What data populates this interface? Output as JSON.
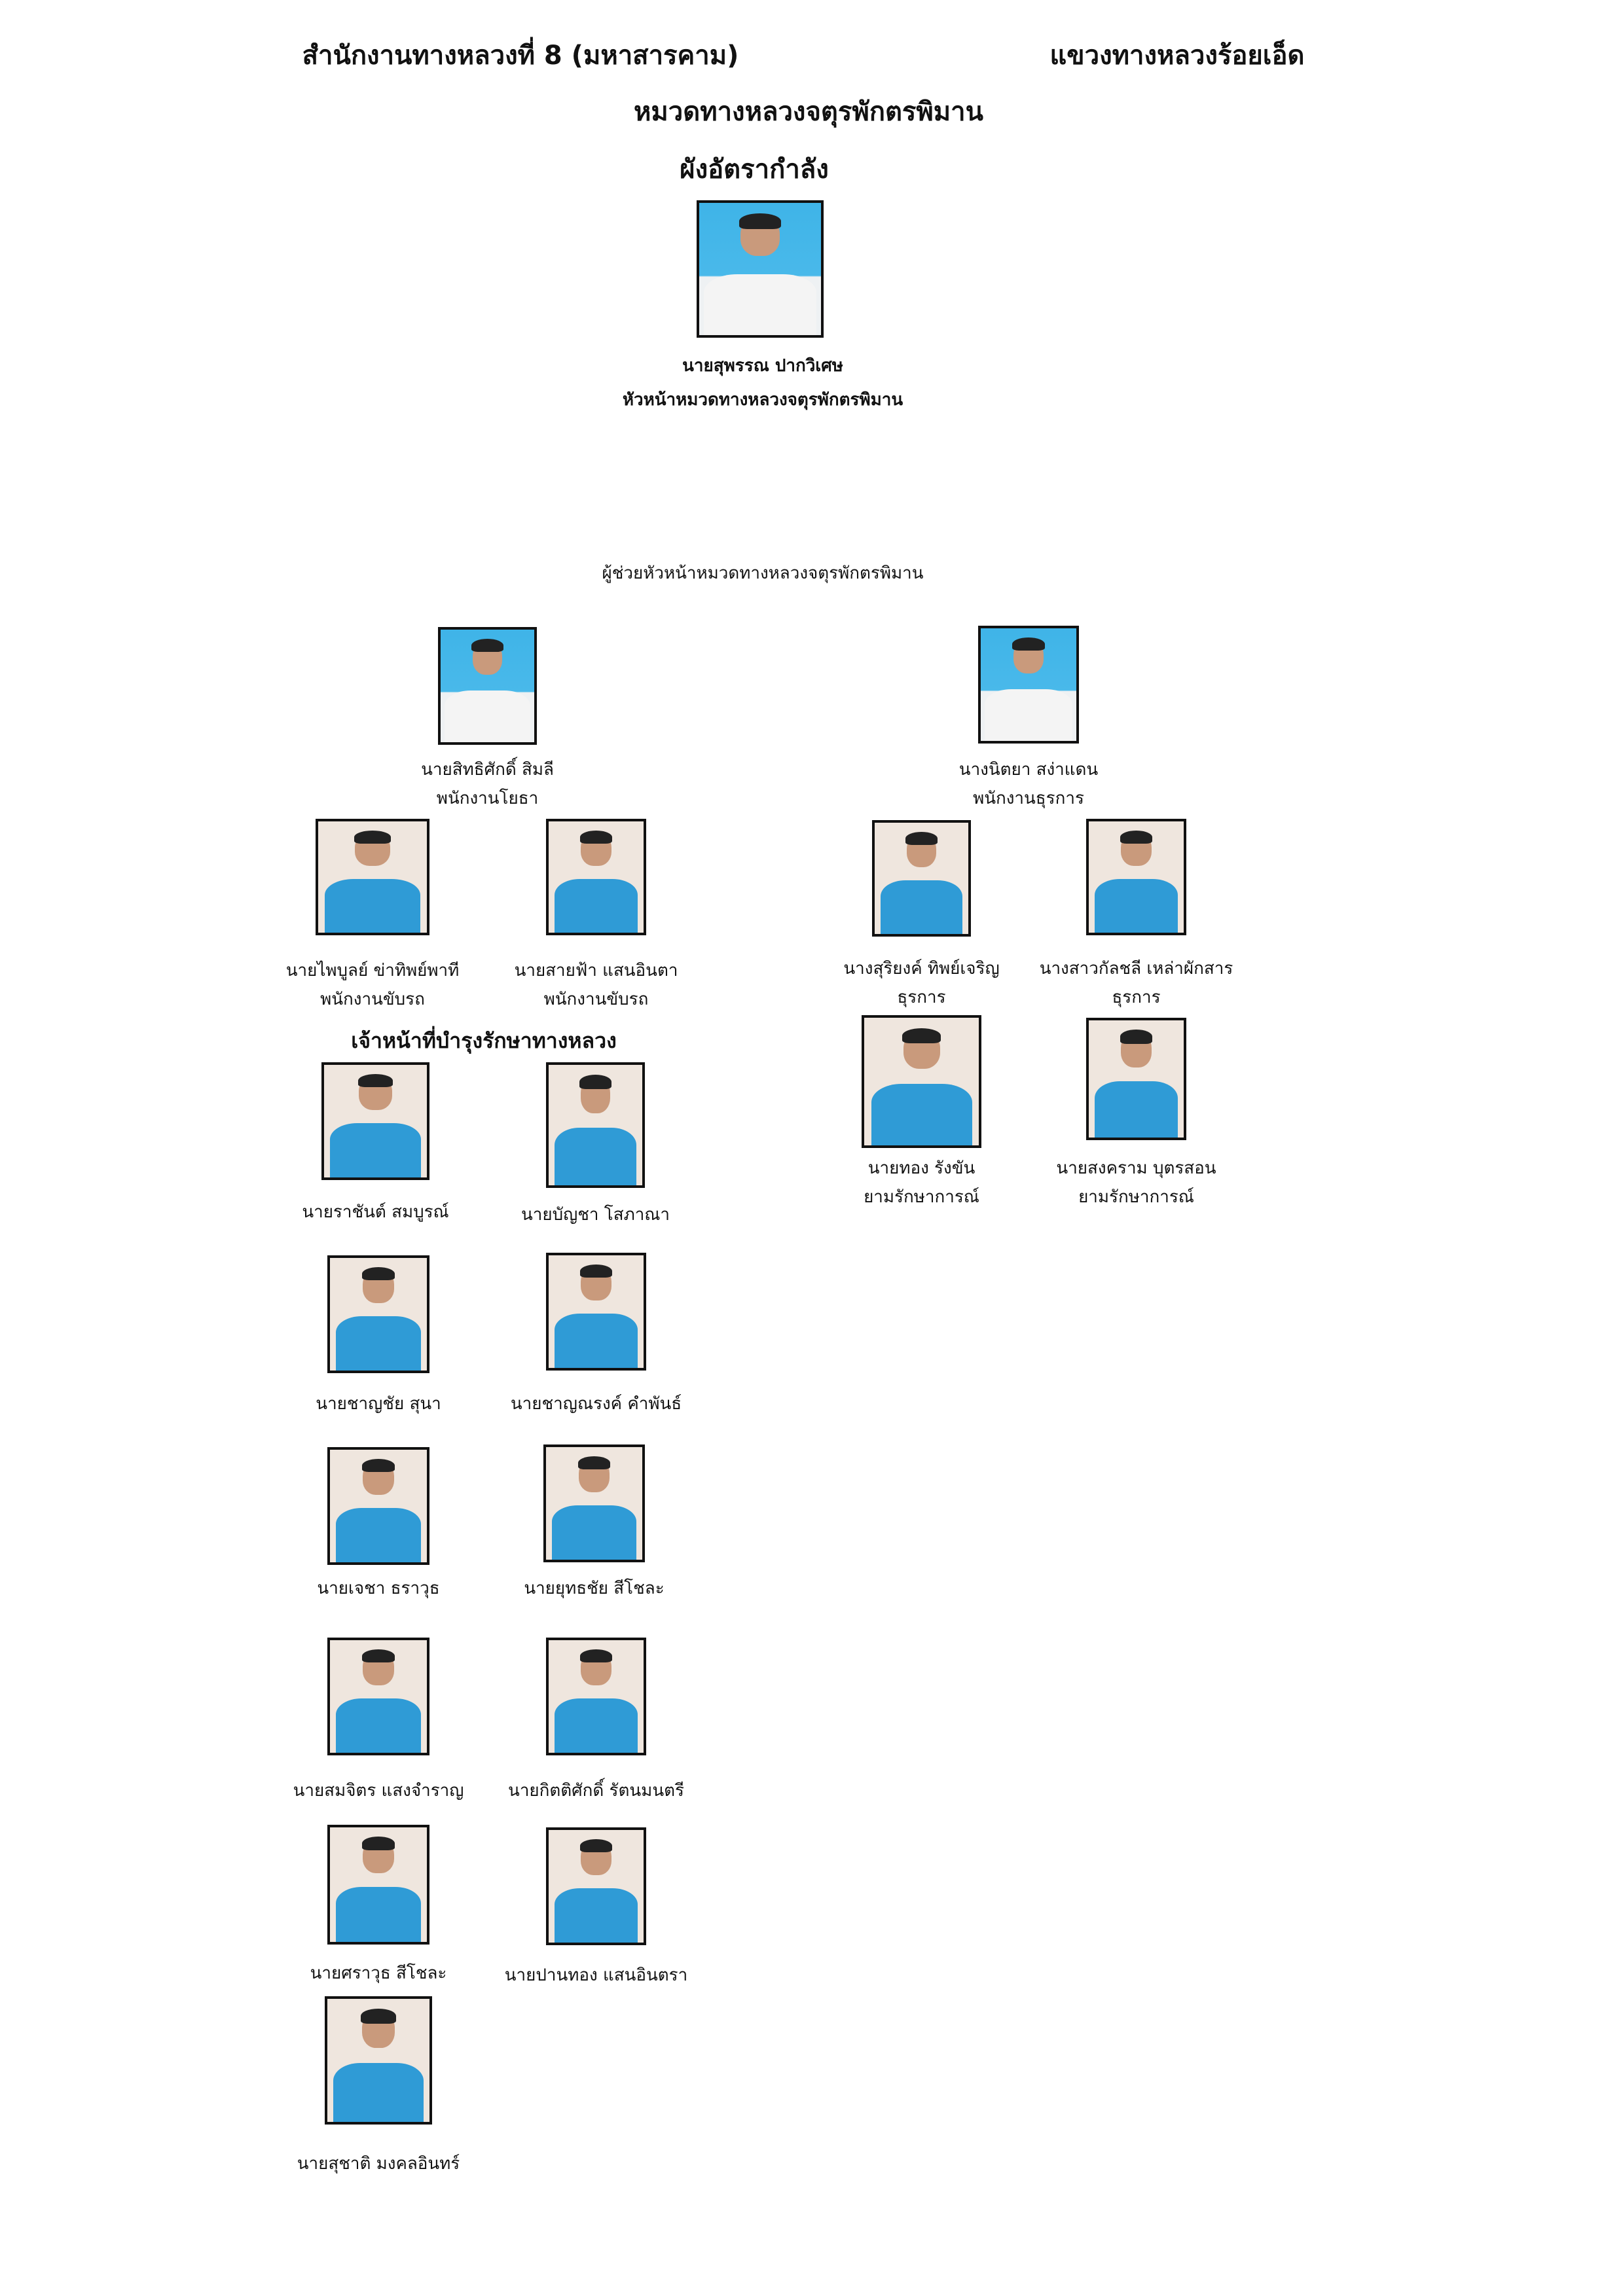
{
  "header": {
    "office": "สำนักงานทางหลวงที่ 8 (มหาสารคาม)",
    "district": "แขวงทางหลวงร้อยเอ็ด",
    "unit": "หมวดทางหลวงจตุรพักตรพิมาน",
    "chart_title": "ผังอัตรากำลัง"
  },
  "chief": {
    "name": "นายสุพรรณ  ปากวิเศษ",
    "role": "หัวหน้าหมวดทางหลวงจตุรพักตรพิมาน"
  },
  "assistant_label": "ผู้ช่วยหัวหน้าหมวดทางหลวงจตุรพักตรพิมาน",
  "maintenance_heading": "เจ้าหน้าที่บำรุงรักษาทางหลวง",
  "people": [
    {
      "name": "นายสิทธิศักดิ์  สิมลี",
      "role": "พนักงานโยธา",
      "photo": "uniform"
    },
    {
      "name": "นางนิตยา  สง่าแดน",
      "role": "พนักงานธุรการ",
      "photo": "uniform"
    },
    {
      "name": "นายไพบูลย์  ข่าทิพย์พาที",
      "role": "พนักงานขับรถ",
      "photo": "polo"
    },
    {
      "name": "นายสายฟ้า  แสนอินตา",
      "role": "พนักงานขับรถ",
      "photo": "polo"
    },
    {
      "name": "นางสุริยงค์  ทิพย์เจริญ",
      "role": "ธุรการ",
      "photo": "polo"
    },
    {
      "name": "นางสาวกัลชลี  เหล่าผักสาร",
      "role": "ธุรการ",
      "photo": "polo"
    },
    {
      "name": "นายทอง  รังขัน",
      "role": "ยามรักษาการณ์",
      "photo": "polo"
    },
    {
      "name": "นายสงคราม  บุตรสอน",
      "role": "ยามรักษาการณ์",
      "photo": "polo"
    },
    {
      "name": "นายราชันต์  สมบูรณ์",
      "role": "",
      "photo": "polo"
    },
    {
      "name": "นายบัญชา  โสภาณา",
      "role": "",
      "photo": "polo"
    },
    {
      "name": "นายชาญชัย  สุนา",
      "role": "",
      "photo": "polo"
    },
    {
      "name": "นายชาญณรงค์  คำพันธ์",
      "role": "",
      "photo": "polo"
    },
    {
      "name": "นายเจชา  ธราวุธ",
      "role": "",
      "photo": "polo"
    },
    {
      "name": "นายยุทธชัย  สีโชละ",
      "role": "",
      "photo": "polo"
    },
    {
      "name": "นายสมจิตร  แสงจำราญ",
      "role": "",
      "photo": "polo"
    },
    {
      "name": "นายกิตติศักดิ์  รัตนมนตรี",
      "role": "",
      "photo": "polo"
    },
    {
      "name": "นายศราวุธ  สีโชละ",
      "role": "",
      "photo": "polo"
    },
    {
      "name": "นายปานทอง  แสนอินตรา",
      "role": "",
      "photo": "polo"
    },
    {
      "name": "นายสุชาติ  มงคลอินทร์",
      "role": "",
      "photo": "polo"
    }
  ]
}
